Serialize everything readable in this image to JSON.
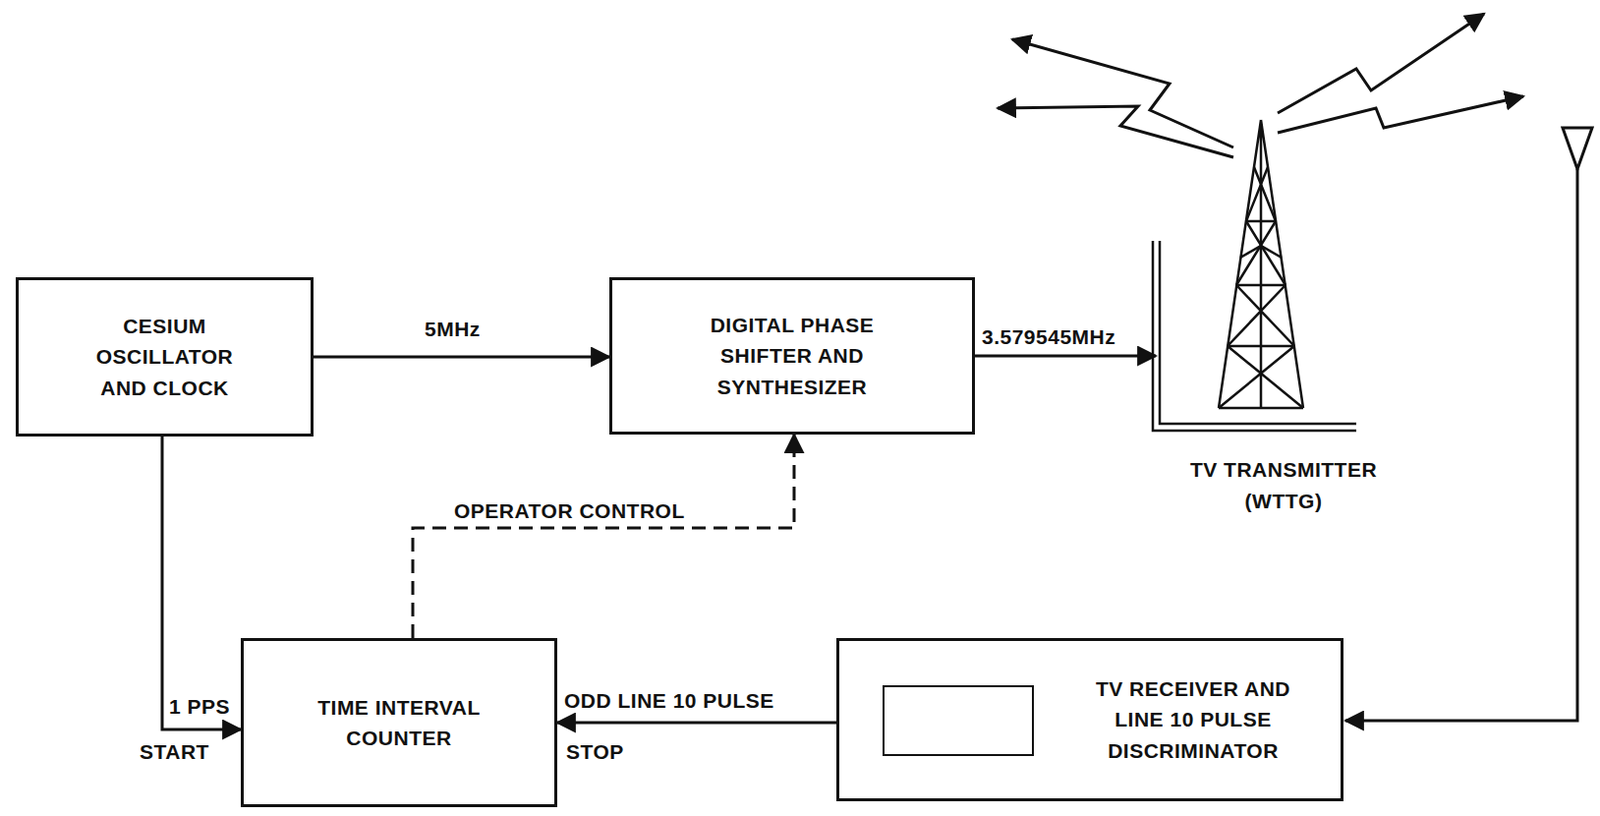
{
  "diagram": {
    "nodes": [
      {
        "text": [
          "CESIUM OSCILLATOR AND CLOCK"
        ]
      },
      {
        "text": [
          "DIGITAL PHASE SHIFTER AND SYNTHESIZER"
        ]
      },
      {
        "text": [
          "TIME INTERVAL COUNTER"
        ]
      },
      {
        "text": [
          "TV RECEIVER AND LINE 10 PULSE DISCRIMINATOR"
        ]
      },
      {
        "text": [
          "TV TRANSMITTER (WTTG)"
        ]
      }
    ],
    "edges": [
      {
        "from": 0,
        "to": 1,
        "label": "5MHz",
        "arrow": "to"
      },
      {
        "from": 1,
        "to": 4,
        "label": "3.579545MHz",
        "arrow": "to"
      },
      {
        "from": 0,
        "to": 2,
        "label": "1 PPS",
        "arrow": "to"
      },
      {
        "from": 3,
        "to": 2,
        "label": "ODD LINE 10 PULSE",
        "arrow": "to"
      },
      {
        "from": 2,
        "to": 1,
        "label": "OPERATOR CONTROL",
        "arrow": "to"
      }
    ],
    "labels": [
      "START",
      "STOP"
    ]
  }
}
